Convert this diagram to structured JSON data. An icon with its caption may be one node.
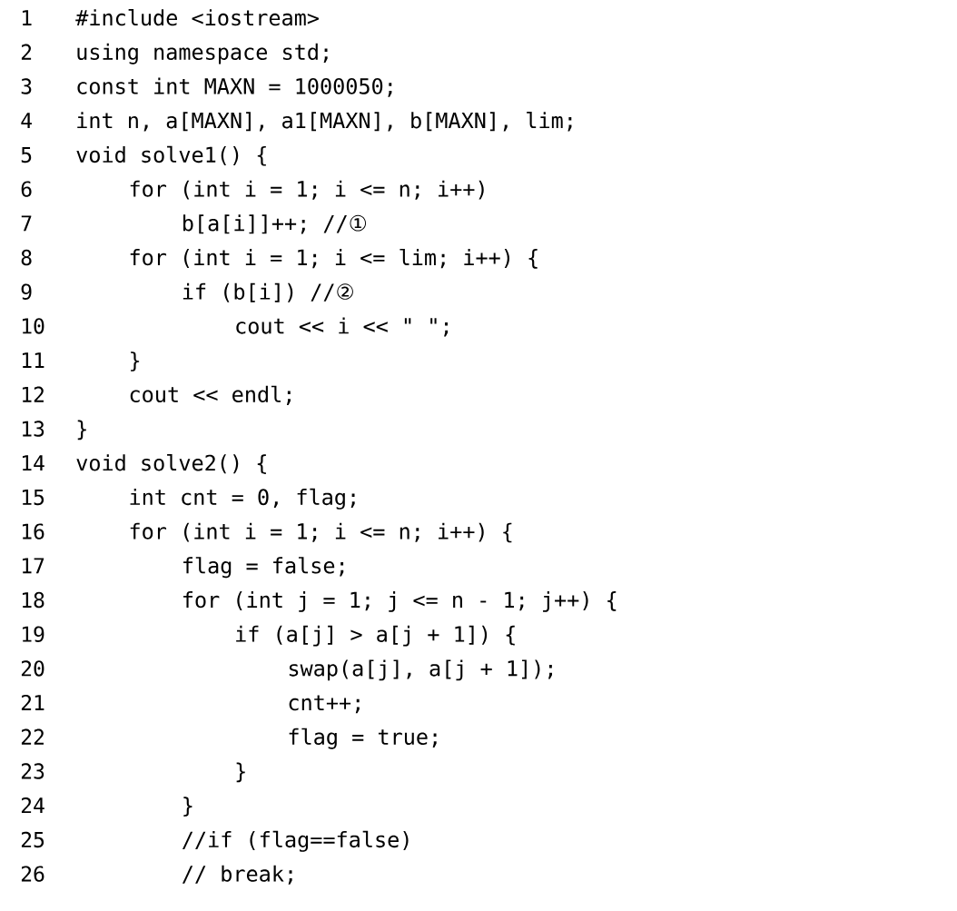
{
  "diagram": {
    "labels": [
      "1",
      "#include <iostream>",
      "2",
      "using namespace std;",
      "3",
      "const int MAXN = 1000050;",
      "4",
      "int n, a[MAXN], a1[MAXN], b[MAXN], lim;",
      "5",
      "void solve1() {",
      "6",
      "for (int i = 1; i <= n; i++)",
      "7",
      "b[a[i]]++; //①",
      "8",
      "for (int i = 1; i <= lim; i++) {",
      "9",
      "if (b[i]) //②",
      "10",
      "cout << i << \" \";",
      "11",
      "}",
      "12",
      "cout << endl;",
      "13",
      "}",
      "14",
      "void solve2() {",
      "15",
      "int cnt = 0, flag;",
      "16",
      "for (int i = 1; i <= n; i++) {",
      "17",
      "flag = false;",
      "18",
      "for (int j = 1; j <= n - 1; j++) {",
      "19",
      "if (a[j] > a[j + 1]) {",
      "20",
      "swap(a[j], a[j + 1]);",
      "21",
      "cnt++;",
      "22",
      "flag = true;",
      "23",
      "}",
      "24",
      "}",
      "25",
      "//if (flag==false)",
      "26",
      "// break;"
    ]
  }
}
